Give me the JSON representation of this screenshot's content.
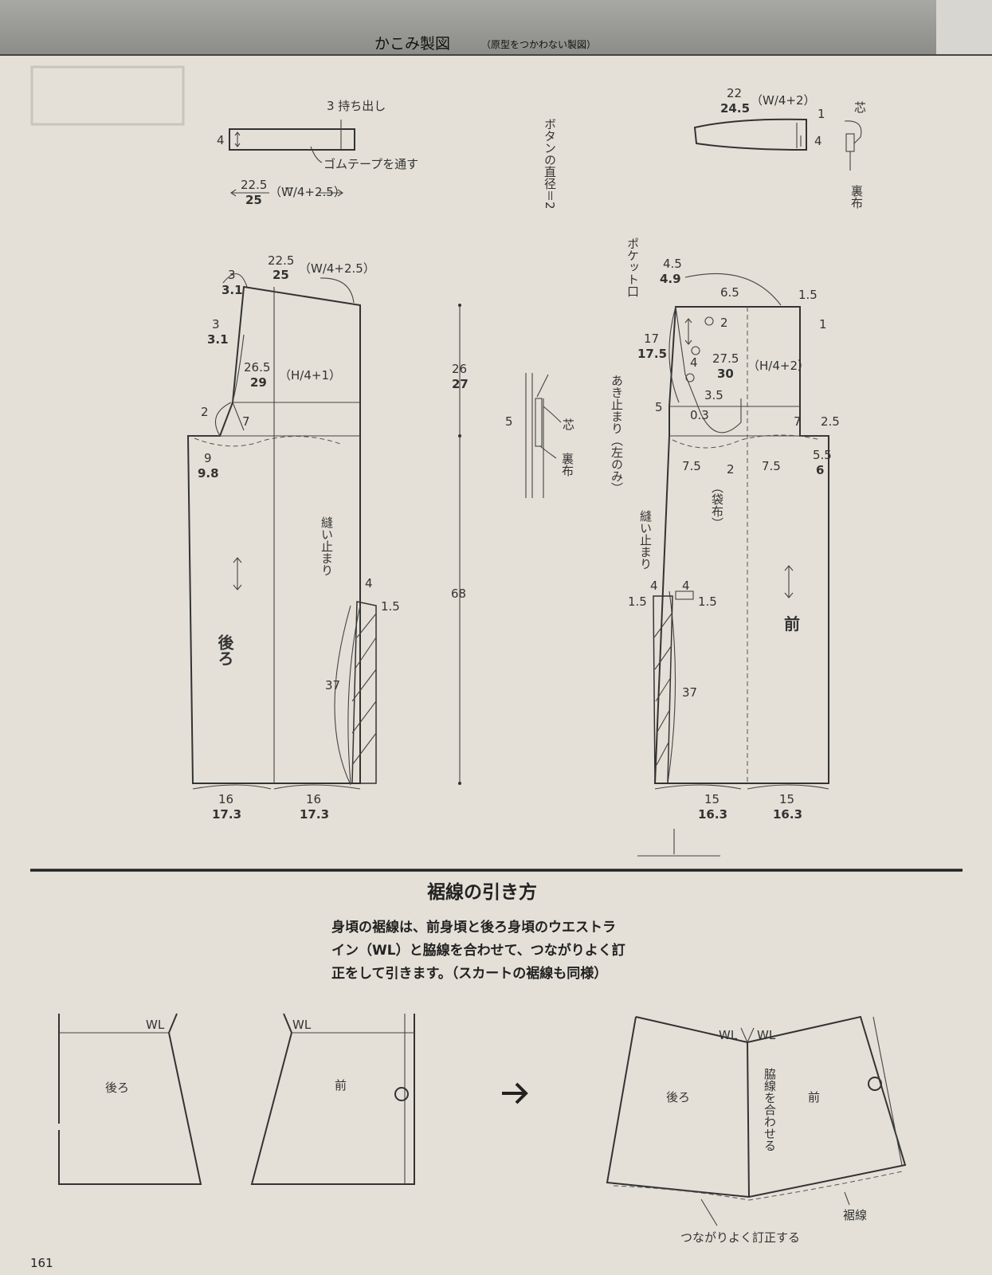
{
  "header": {
    "title": "かこみ製図",
    "subtitle": "（原型をつかわない製図）"
  },
  "waistband_back": {
    "extension": "3 持ち出し",
    "height": "4",
    "elastic_note": "ゴムテープを通す",
    "length_small": "22.5",
    "length_large": "25",
    "formula": "（W/4+2.5）"
  },
  "button_note": "ボタンの直径＝2",
  "waistband_front": {
    "length_small": "22",
    "length_large": "24.5",
    "formula": "（W/4+2）",
    "ext": "1",
    "height": "4",
    "interfacing": "芯",
    "lining": "裏布"
  },
  "back_piece": {
    "label": "後ろ",
    "waist_small": "22.5",
    "waist_large": "25",
    "waist_formula": "（W/4+2.5）",
    "rise_small": "3",
    "rise_large": "3.1",
    "hip_small": "26.5",
    "hip_large": "29",
    "hip_formula": "（H/4+1）",
    "crotch": "2",
    "crotch_ext_small": "9",
    "crotch_ext_large": "9.8",
    "side": "7",
    "stitch_stop": "縫い止まり",
    "slit_w": "4",
    "slit_side": "1.5",
    "slit_len": "37",
    "hem_left_small": "16",
    "hem_left_large": "17.3",
    "hem_right_small": "16",
    "hem_right_large": "17.3"
  },
  "center_dims": {
    "upper_small": "26",
    "upper_large": "27",
    "length": "68"
  },
  "facing_detail": {
    "width": "5",
    "interfacing": "芯",
    "lining": "裏布"
  },
  "front_piece": {
    "label": "前",
    "pocket": "ポケット口",
    "top_small": "4.5",
    "top_large": "4.9",
    "pocket_w": "6.5",
    "waist_ext": "1.5",
    "waist_top": "1",
    "btn": "2",
    "pocket_small": "17",
    "pocket_large": "17.5",
    "pocket_gap": "4",
    "hip_small": "27.5",
    "hip_large": "30",
    "hip_formula": "（H/4+2）",
    "opening_stop": "あき止まり（左のみ）",
    "facing": "5",
    "pocket_bag_gap": "3.5",
    "curve_gap": "0.3",
    "side": "7",
    "side_ext": "2.5",
    "dim_75a": "7.5",
    "pocket_bag_depth": "2",
    "dim_75b": "7.5",
    "pocket_bag": "（袋布）",
    "crotch_small": "5.5",
    "crotch_large": "6",
    "stitch_stop": "縫い止まり",
    "slit_w1": "4",
    "slit_w2": "4",
    "slit_side1": "1.5",
    "slit_side2": "1.5",
    "slit_len": "37",
    "hem_left_small": "15",
    "hem_left_large": "16.3",
    "hem_right_small": "15",
    "hem_right_large": "16.3"
  },
  "hem_section": {
    "title": "裾線の引き方",
    "desc_line1": "身頃の裾線は、前身頃と後ろ身頃のウエストラ",
    "desc_line2": "イン（WL）と脇線を合わせて、つながりよく訂",
    "desc_line3": "正をして引きます。（スカートの裾線も同様）",
    "back_label": "後ろ",
    "front_label": "前",
    "wl": "WL",
    "align_side": "脇線を合わせる",
    "hem_line": "裾線",
    "correct": "つながりよく訂正する"
  },
  "page_number": "161"
}
